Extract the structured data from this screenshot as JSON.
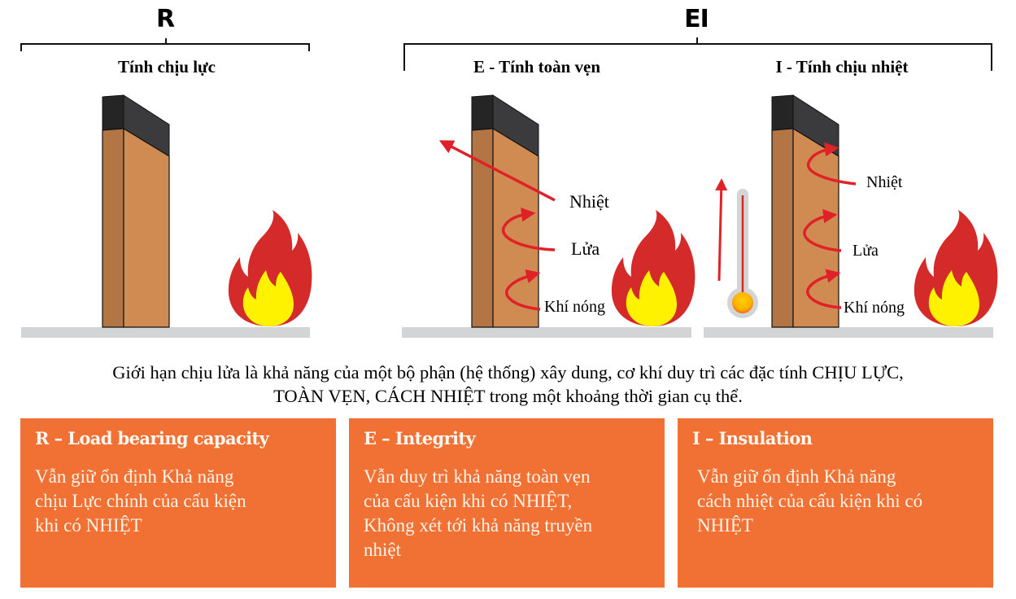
{
  "header": {
    "group_r": {
      "letter": "R",
      "panel_title": "Tính chịu lực"
    },
    "group_ei": {
      "letter": "EI",
      "panel_e_title": "E - Tính toàn vẹn",
      "panel_i_title": "I - Tính chịu nhiệt"
    }
  },
  "panels": {
    "e": {
      "labels": {
        "heat": "Nhiệt",
        "fire": "Lửa",
        "hot_gas": "Khí nóng"
      }
    },
    "i": {
      "labels": {
        "heat": "Nhiệt",
        "fire": "Lửa",
        "hot_gas": "Khí nóng"
      }
    }
  },
  "caption": {
    "line1": "Giới hạn chịu lửa là khả năng của một bộ phận (hệ thống) xây dung, cơ khí duy trì các đặc tính CHỊU LỰC,",
    "line2": "TOÀN VẸN, CÁCH NHIỆT trong một khoảng thời gian cụ thể."
  },
  "cards": [
    {
      "title": "R – Load bearing capacity",
      "lines": [
        "Vẫn giữ ổn định Khả năng",
        "chịu Lực chính của cấu kiện",
        "khi có NHIỆT"
      ]
    },
    {
      "title": "E – Integrity",
      "lines": [
        "Vẫn duy trì khả năng toàn vẹn",
        "của cấu kiện khi có NHIỆT,",
        "Không xét tới khả năng truyền",
        "nhiệt"
      ]
    },
    {
      "title": "I – Insulation",
      "lines": [
        "Vẫn giữ ổn định Khả năng",
        "cách nhiệt của cấu kiện khi có",
        "NHIỆT"
      ]
    }
  ],
  "colors": {
    "card_bg": "#f07133",
    "wall_front": "#cf8b52",
    "wall_side": "#b27543",
    "wall_top_front": "#3b3b3d",
    "wall_top_side": "#252525",
    "ground": "#d3d4d6",
    "arrow": "#e02128",
    "flame_outer": "#d42a2a",
    "flame_inner": "#fff200"
  },
  "icons": {
    "flame": "flame-icon",
    "thermometer": "thermometer-icon",
    "arrow": "arrow-icon"
  }
}
